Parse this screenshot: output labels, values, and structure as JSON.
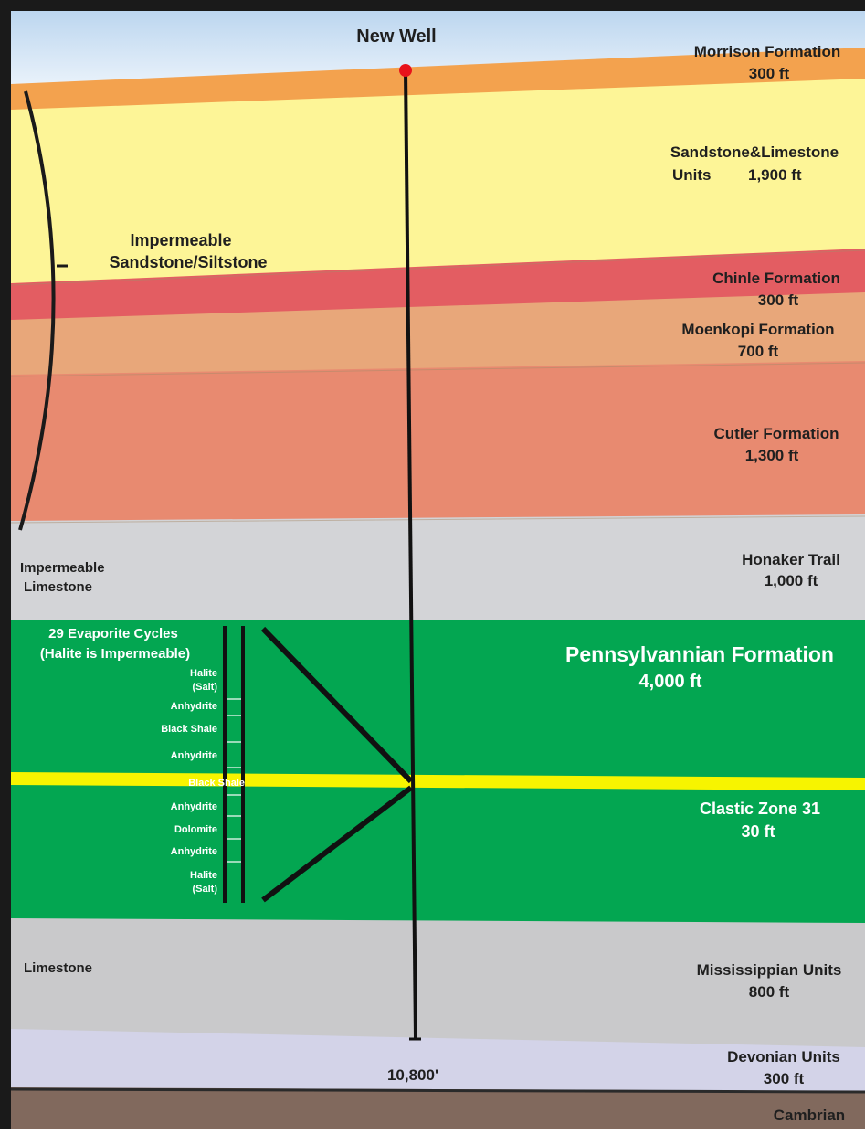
{
  "well": {
    "title": "New Well",
    "total_depth": "10,800'"
  },
  "layers": {
    "morrison": {
      "name": "Morrison Formation",
      "thickness": "300 ft",
      "color": "#f3a24e"
    },
    "sandstone": {
      "name": "Sandstone&Limestone",
      "name2": "Units",
      "thickness": "1,900 ft",
      "color": "#fdf597"
    },
    "chinle": {
      "name": "Chinle Formation",
      "thickness": "300 ft",
      "color": "#e35d62"
    },
    "moenkopi": {
      "name": "Moenkopi Formation",
      "thickness": "700 ft",
      "color": "#e8a77a"
    },
    "cutler": {
      "name": "Cutler Formation",
      "thickness": "1,300 ft",
      "color": "#e88a70"
    },
    "honaker": {
      "name": "Honaker Trail",
      "thickness": "1,000 ft",
      "color": "#d3d4d7"
    },
    "pennsylvanian": {
      "name": "Pennsylvannian Formation",
      "thickness": "4,000 ft",
      "color": "#03a651"
    },
    "clastic": {
      "name": "Clastic Zone 31",
      "thickness": "30 ft",
      "color": "#f7f400"
    },
    "mississippian": {
      "name": "Mississippian Units",
      "thickness": "800 ft",
      "color": "#c9c9cb"
    },
    "devonian": {
      "name": "Devonian Units",
      "thickness": "300 ft",
      "color": "#d3d3e8"
    },
    "cambrian": {
      "name": "Cambrian",
      "color": "#81695d"
    }
  },
  "side_labels": {
    "impermeable_sandstone": [
      "Impermeable",
      "Sandstone/Siltstone"
    ],
    "impermeable_limestone": [
      "Impermeable",
      "Limestone"
    ],
    "evaporite": [
      "29 Evaporite Cycles",
      "(Halite is Impermeable)"
    ],
    "limestone": "Limestone"
  },
  "evaporite_column": {
    "halite_top": [
      "Halite",
      "(Salt)"
    ],
    "anhydrite_1": "Anhydrite",
    "black_shale_1": "Black Shale",
    "anhydrite_2": "Anhydrite",
    "black_shale_2": "Black Shale",
    "anhydrite_3": "Anhydrite",
    "dolomite": "Dolomite",
    "anhydrite_4": "Anhydrite",
    "halite_bottom": [
      "Halite",
      "(Salt)"
    ]
  },
  "colors": {
    "sky": "#ddeaf8",
    "well_line": "#111111",
    "well_head": "#e8131b",
    "frame": "#1a1a1a"
  }
}
